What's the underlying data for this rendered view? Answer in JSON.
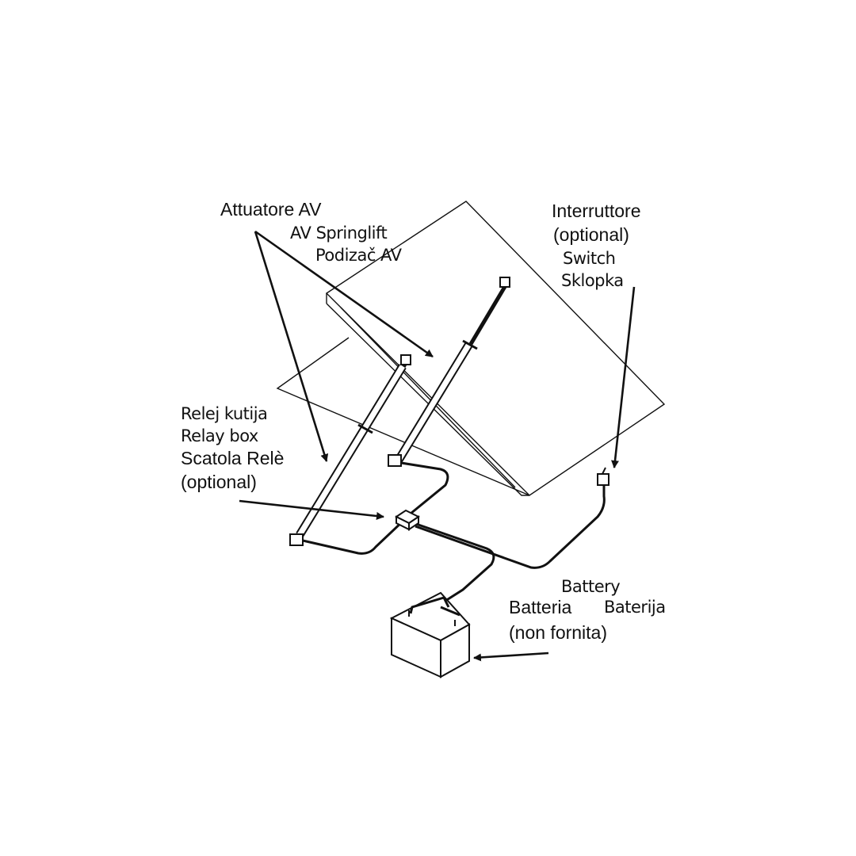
{
  "colors": {
    "line": "#111111",
    "background": "#ffffff"
  },
  "labels": {
    "actuator": {
      "it": "Attuatore AV",
      "en": "AV Springlift",
      "hr": "Podizač AV"
    },
    "switch": {
      "it": "Interruttore",
      "optional": "(optional)",
      "en": "Switch",
      "hr": "Sklopka"
    },
    "relay": {
      "hr": "Relej kutija",
      "en": "Relay box",
      "it": "Scatola Relè",
      "optional": "(optional)"
    },
    "battery": {
      "en": "Battery",
      "it": "Batteria",
      "hr": "Baterija",
      "note": "(non fornita)"
    }
  }
}
